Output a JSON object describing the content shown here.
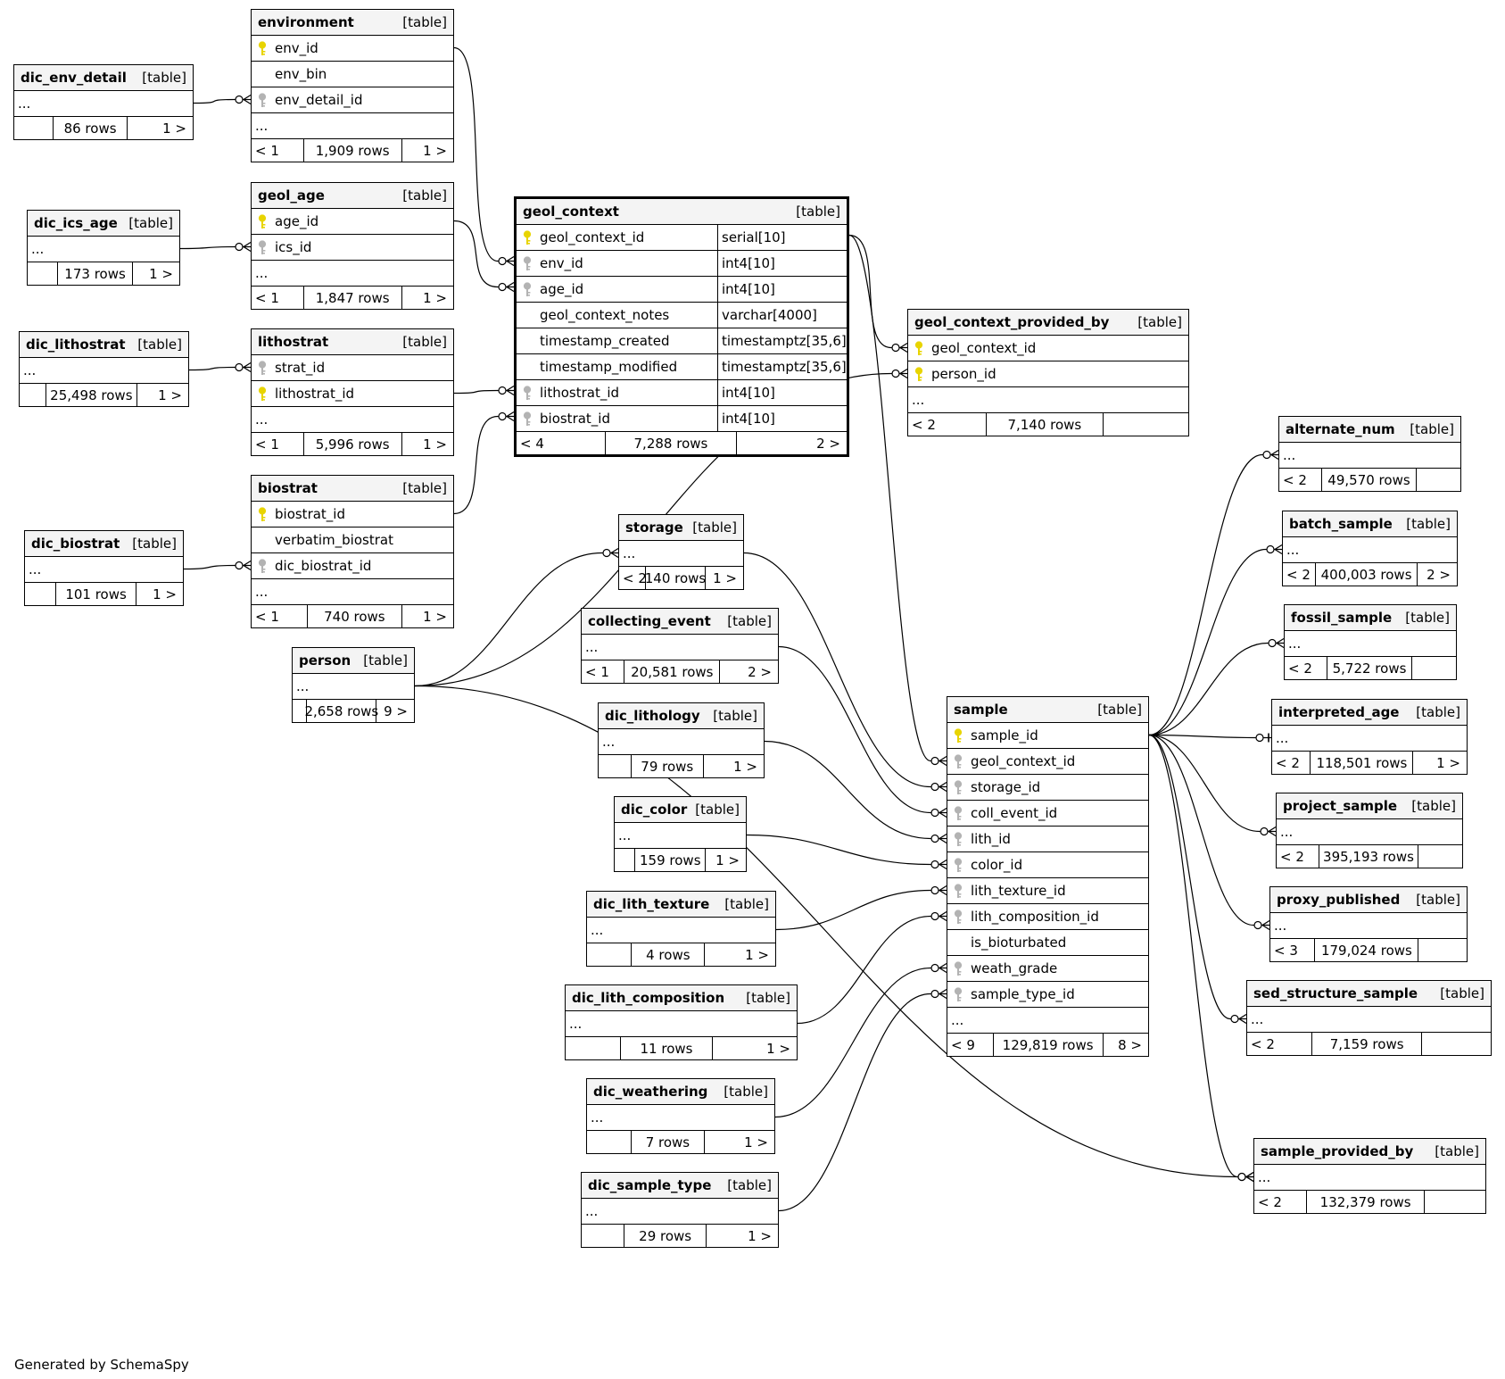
{
  "diagram": {
    "footer_text": "Generated by SchemaSpy",
    "table_type_label": "[table]",
    "ellipsis": "...",
    "colors": {
      "primary_key": "#e8d400",
      "foreign_key": "#b3b3b3",
      "header_bg": "#f4f4f4"
    },
    "tables": [
      {
        "id": "environment",
        "name": "environment",
        "columns": [
          {
            "name": "env_id",
            "key": "pk"
          },
          {
            "name": "env_bin",
            "key": ""
          },
          {
            "name": "env_detail_id",
            "key": "fk"
          }
        ],
        "ellipsis": true,
        "footer": {
          "left": "< 1",
          "rows": "1,909 rows",
          "right": "1 >"
        }
      },
      {
        "id": "dic_env_detail",
        "name": "dic_env_detail",
        "columns": [],
        "ellipsis": true,
        "footer": {
          "left": "",
          "rows": "86 rows",
          "right": "1 >"
        }
      },
      {
        "id": "geol_age",
        "name": "geol_age",
        "columns": [
          {
            "name": "age_id",
            "key": "pk"
          },
          {
            "name": "ics_id",
            "key": "fk"
          }
        ],
        "ellipsis": true,
        "footer": {
          "left": "< 1",
          "rows": "1,847 rows",
          "right": "1 >"
        }
      },
      {
        "id": "dic_ics_age",
        "name": "dic_ics_age",
        "columns": [],
        "ellipsis": true,
        "footer": {
          "left": "",
          "rows": "173 rows",
          "right": "1 >"
        }
      },
      {
        "id": "lithostrat",
        "name": "lithostrat",
        "columns": [
          {
            "name": "strat_id",
            "key": "fk"
          },
          {
            "name": "lithostrat_id",
            "key": "pk"
          }
        ],
        "ellipsis": true,
        "footer": {
          "left": "< 1",
          "rows": "5,996 rows",
          "right": "1 >"
        }
      },
      {
        "id": "dic_lithostrat",
        "name": "dic_lithostrat",
        "columns": [],
        "ellipsis": true,
        "footer": {
          "left": "",
          "rows": "25,498 rows",
          "right": "1 >"
        }
      },
      {
        "id": "biostrat",
        "name": "biostrat",
        "columns": [
          {
            "name": "biostrat_id",
            "key": "pk"
          },
          {
            "name": "verbatim_biostrat",
            "key": ""
          },
          {
            "name": "dic_biostrat_id",
            "key": "fk"
          }
        ],
        "ellipsis": true,
        "footer": {
          "left": "< 1",
          "rows": "740 rows",
          "right": "1 >"
        }
      },
      {
        "id": "dic_biostrat",
        "name": "dic_biostrat",
        "columns": [],
        "ellipsis": true,
        "footer": {
          "left": "",
          "rows": "101 rows",
          "right": "1 >"
        }
      },
      {
        "id": "geol_context",
        "name": "geol_context",
        "focus": true,
        "columns": [
          {
            "name": "geol_context_id",
            "key": "pk",
            "type": "serial[10]"
          },
          {
            "name": "env_id",
            "key": "fk",
            "type": "int4[10]"
          },
          {
            "name": "age_id",
            "key": "fk",
            "type": "int4[10]"
          },
          {
            "name": "geol_context_notes",
            "key": "",
            "type": "varchar[4000]"
          },
          {
            "name": "timestamp_created",
            "key": "",
            "type": "timestamptz[35,6]"
          },
          {
            "name": "timestamp_modified",
            "key": "",
            "type": "timestamptz[35,6]"
          },
          {
            "name": "lithostrat_id",
            "key": "fk",
            "type": "int4[10]"
          },
          {
            "name": "biostrat_id",
            "key": "fk",
            "type": "int4[10]"
          }
        ],
        "ellipsis": false,
        "footer": {
          "left": "< 4",
          "rows": "7,288 rows",
          "right": "2 >"
        }
      },
      {
        "id": "geol_context_provided_by",
        "name": "geol_context_provided_by",
        "columns": [
          {
            "name": "geol_context_id",
            "key": "pk"
          },
          {
            "name": "person_id",
            "key": "pk"
          }
        ],
        "ellipsis": true,
        "footer": {
          "left": "< 2",
          "rows": "7,140 rows",
          "right": ""
        }
      },
      {
        "id": "storage",
        "name": "storage",
        "columns": [],
        "ellipsis": true,
        "footer": {
          "left": "< 2",
          "rows": "140 rows",
          "right": "1 >"
        }
      },
      {
        "id": "collecting_event",
        "name": "collecting_event",
        "columns": [],
        "ellipsis": true,
        "footer": {
          "left": "< 1",
          "rows": "20,581 rows",
          "right": "2 >"
        }
      },
      {
        "id": "person",
        "name": "person",
        "columns": [],
        "ellipsis": true,
        "footer": {
          "left": "",
          "rows": "2,658 rows",
          "right": "9 >"
        }
      },
      {
        "id": "dic_lithology",
        "name": "dic_lithology",
        "columns": [],
        "ellipsis": true,
        "footer": {
          "left": "",
          "rows": "79 rows",
          "right": "1 >"
        }
      },
      {
        "id": "dic_color",
        "name": "dic_color",
        "columns": [],
        "ellipsis": true,
        "footer": {
          "left": "",
          "rows": "159 rows",
          "right": "1 >"
        }
      },
      {
        "id": "dic_lith_texture",
        "name": "dic_lith_texture",
        "columns": [],
        "ellipsis": true,
        "footer": {
          "left": "",
          "rows": "4 rows",
          "right": "1 >"
        }
      },
      {
        "id": "dic_lith_composition",
        "name": "dic_lith_composition",
        "columns": [],
        "ellipsis": true,
        "footer": {
          "left": "",
          "rows": "11 rows",
          "right": "1 >"
        }
      },
      {
        "id": "dic_weathering",
        "name": "dic_weathering",
        "columns": [],
        "ellipsis": true,
        "footer": {
          "left": "",
          "rows": "7 rows",
          "right": "1 >"
        }
      },
      {
        "id": "dic_sample_type",
        "name": "dic_sample_type",
        "columns": [],
        "ellipsis": true,
        "footer": {
          "left": "",
          "rows": "29 rows",
          "right": "1 >"
        }
      },
      {
        "id": "sample",
        "name": "sample",
        "columns": [
          {
            "name": "sample_id",
            "key": "pk"
          },
          {
            "name": "geol_context_id",
            "key": "fk"
          },
          {
            "name": "storage_id",
            "key": "fk"
          },
          {
            "name": "coll_event_id",
            "key": "fk"
          },
          {
            "name": "lith_id",
            "key": "fk"
          },
          {
            "name": "color_id",
            "key": "fk"
          },
          {
            "name": "lith_texture_id",
            "key": "fk"
          },
          {
            "name": "lith_composition_id",
            "key": "fk"
          },
          {
            "name": "is_bioturbated",
            "key": ""
          },
          {
            "name": "weath_grade",
            "key": "fk"
          },
          {
            "name": "sample_type_id",
            "key": "fk"
          }
        ],
        "ellipsis": true,
        "footer": {
          "left": "< 9",
          "rows": "129,819 rows",
          "right": "8 >"
        }
      },
      {
        "id": "alternate_num",
        "name": "alternate_num",
        "columns": [],
        "ellipsis": true,
        "footer": {
          "left": "< 2",
          "rows": "49,570 rows",
          "right": ""
        }
      },
      {
        "id": "batch_sample",
        "name": "batch_sample",
        "columns": [],
        "ellipsis": true,
        "footer": {
          "left": "< 2",
          "rows": "400,003 rows",
          "right": "2 >"
        }
      },
      {
        "id": "fossil_sample",
        "name": "fossil_sample",
        "columns": [],
        "ellipsis": true,
        "footer": {
          "left": "< 2",
          "rows": "5,722 rows",
          "right": ""
        }
      },
      {
        "id": "interpreted_age",
        "name": "interpreted_age",
        "columns": [],
        "ellipsis": true,
        "footer": {
          "left": "< 2",
          "rows": "118,501 rows",
          "right": "1 >"
        }
      },
      {
        "id": "project_sample",
        "name": "project_sample",
        "columns": [],
        "ellipsis": true,
        "footer": {
          "left": "< 2",
          "rows": "395,193 rows",
          "right": ""
        }
      },
      {
        "id": "proxy_published",
        "name": "proxy_published",
        "columns": [],
        "ellipsis": true,
        "footer": {
          "left": "< 3",
          "rows": "179,024 rows",
          "right": ""
        }
      },
      {
        "id": "sed_structure_sample",
        "name": "sed_structure_sample",
        "columns": [],
        "ellipsis": true,
        "footer": {
          "left": "< 2",
          "rows": "7,159 rows",
          "right": ""
        }
      },
      {
        "id": "sample_provided_by",
        "name": "sample_provided_by",
        "columns": [],
        "ellipsis": true,
        "footer": {
          "left": "< 2",
          "rows": "132,379 rows",
          "right": ""
        }
      }
    ],
    "relations": [
      {
        "from": "dic_env_detail",
        "to": "environment.env_detail_id",
        "end": "many"
      },
      {
        "from": "dic_ics_age",
        "to": "geol_age.ics_id",
        "end": "many"
      },
      {
        "from": "dic_lithostrat",
        "to": "lithostrat.strat_id",
        "end": "many"
      },
      {
        "from": "dic_biostrat",
        "to": "biostrat.dic_biostrat_id",
        "end": "many"
      },
      {
        "from": "environment.env_id",
        "to": "geol_context.env_id",
        "end": "many"
      },
      {
        "from": "geol_age.age_id",
        "to": "geol_context.age_id",
        "end": "many"
      },
      {
        "from": "lithostrat.lithostrat_id",
        "to": "geol_context.lithostrat_id",
        "end": "many"
      },
      {
        "from": "biostrat.biostrat_id",
        "to": "geol_context.biostrat_id",
        "end": "many"
      },
      {
        "from": "geol_context.geol_context_id",
        "to": "geol_context_provided_by.geol_context_id",
        "end": "many"
      },
      {
        "from": "person",
        "to": "geol_context_provided_by.person_id",
        "end": "many"
      },
      {
        "from": "geol_context.geol_context_id",
        "to": "sample.geol_context_id",
        "end": "many"
      },
      {
        "from": "person",
        "to": "storage",
        "end": "many"
      },
      {
        "from": "storage",
        "to": "sample.storage_id",
        "end": "many"
      },
      {
        "from": "collecting_event",
        "to": "sample.coll_event_id",
        "end": "many"
      },
      {
        "from": "dic_lithology",
        "to": "sample.lith_id",
        "end": "many"
      },
      {
        "from": "dic_color",
        "to": "sample.color_id",
        "end": "many"
      },
      {
        "from": "dic_lith_texture",
        "to": "sample.lith_texture_id",
        "end": "many"
      },
      {
        "from": "dic_lith_composition",
        "to": "sample.lith_composition_id",
        "end": "many"
      },
      {
        "from": "dic_weathering",
        "to": "sample.weath_grade",
        "end": "many"
      },
      {
        "from": "dic_sample_type",
        "to": "sample.sample_type_id",
        "end": "many"
      },
      {
        "from": "sample.sample_id",
        "to": "alternate_num",
        "end": "many"
      },
      {
        "from": "sample.sample_id",
        "to": "batch_sample",
        "end": "many"
      },
      {
        "from": "sample.sample_id",
        "to": "fossil_sample",
        "end": "many"
      },
      {
        "from": "sample.sample_id",
        "to": "interpreted_age",
        "end": "one"
      },
      {
        "from": "sample.sample_id",
        "to": "project_sample",
        "end": "many"
      },
      {
        "from": "sample.sample_id",
        "to": "proxy_published",
        "end": "many"
      },
      {
        "from": "sample.sample_id",
        "to": "sed_structure_sample",
        "end": "many"
      },
      {
        "from": "sample.sample_id",
        "to": "sample_provided_by",
        "end": "many"
      },
      {
        "from": "person",
        "to": "sample_provided_by",
        "end": "many"
      }
    ]
  }
}
